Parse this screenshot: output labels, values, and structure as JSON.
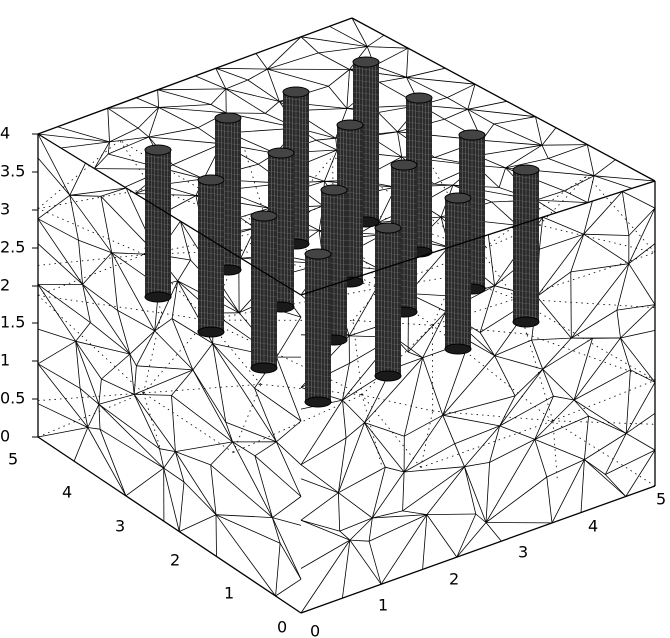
{
  "figure": {
    "z_axis": {
      "ticks": [
        "4",
        "3.5",
        "3",
        "2.5",
        "2",
        "1.5",
        "1",
        "0.5",
        "0"
      ]
    },
    "left_axis": {
      "ticks": [
        "5",
        "4",
        "3",
        "2",
        "1",
        "0"
      ]
    },
    "right_axis": {
      "ticks": [
        "0",
        "1",
        "2",
        "3",
        "4",
        "5"
      ]
    }
  }
}
